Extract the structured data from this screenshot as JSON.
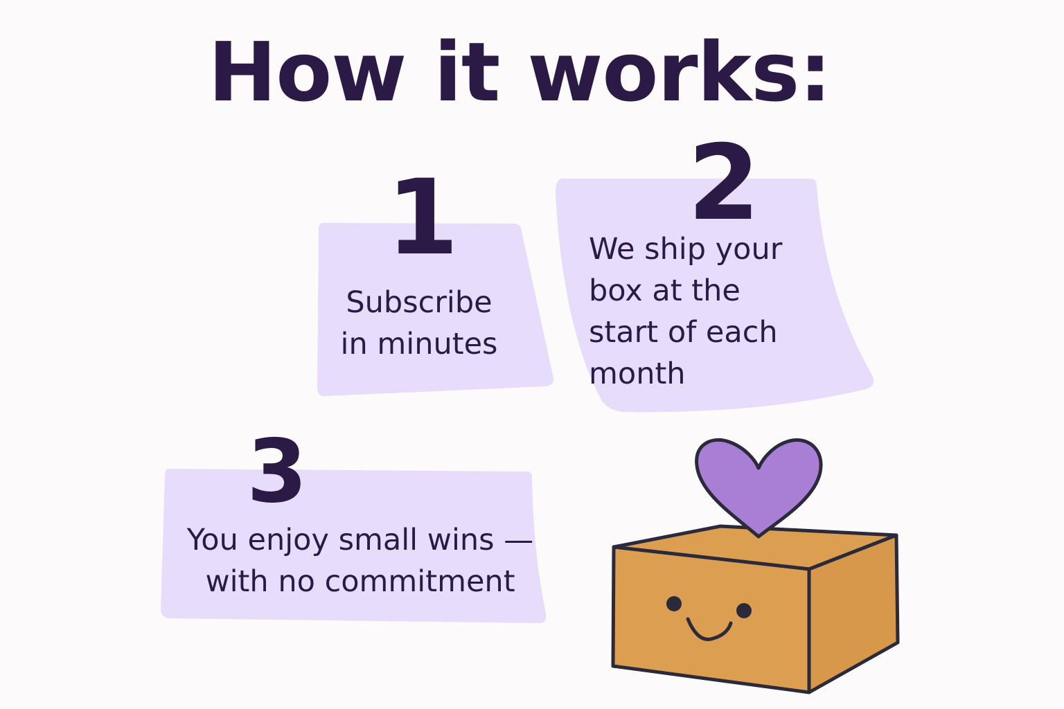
{
  "title": "How it works:",
  "steps": [
    {
      "number": "1",
      "text": "Subscribe\nin minutes"
    },
    {
      "number": "2",
      "text": "We ship your\nbox at the\nstart of each\nmonth"
    },
    {
      "number": "3",
      "text": "You enjoy small wins —\nwith no commitment"
    }
  ],
  "illustration": {
    "icon": "smiling-box-with-heart-icon"
  },
  "colors": {
    "text": "#2a1a45",
    "note": "#e7dcfa",
    "heart": "#a97fd6",
    "box": "#dc9f52",
    "outline": "#2a2a3a"
  }
}
